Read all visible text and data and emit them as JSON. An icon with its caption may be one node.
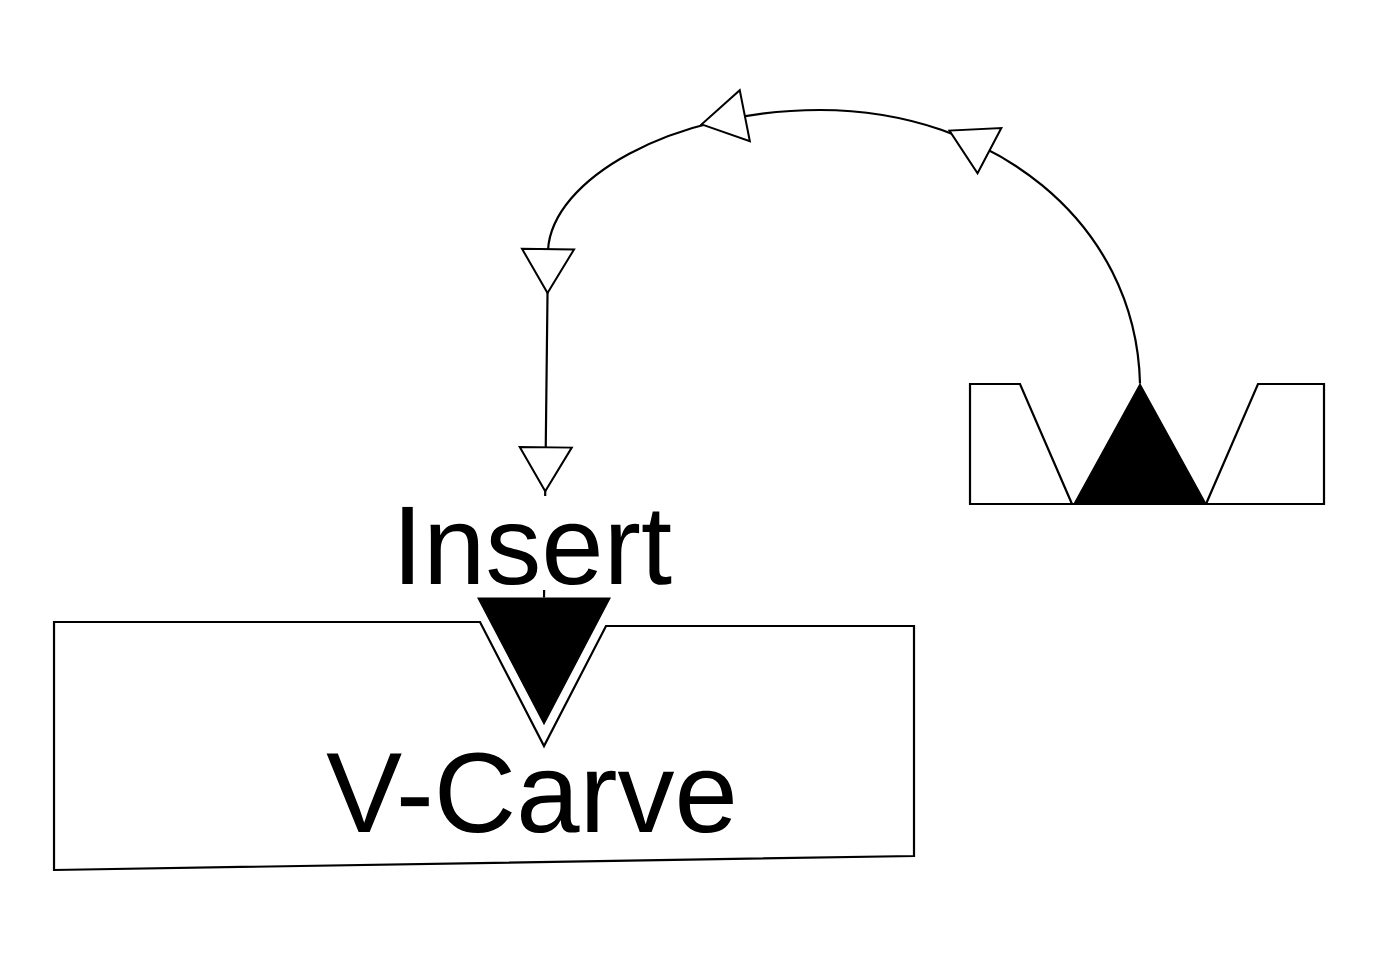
{
  "diagram": {
    "nodes": [
      {
        "text": [],
        "shape": "box"
      },
      {
        "text": [],
        "shape": "triangle",
        "in": 0
      },
      {
        "text": [
          "V-Carve"
        ]
      },
      {
        "text": [],
        "shape": "triangle"
      }
    ],
    "edges": [
      {
        "from": 1,
        "to": 3,
        "arrow": "to",
        "label": "Insert"
      }
    ]
  }
}
